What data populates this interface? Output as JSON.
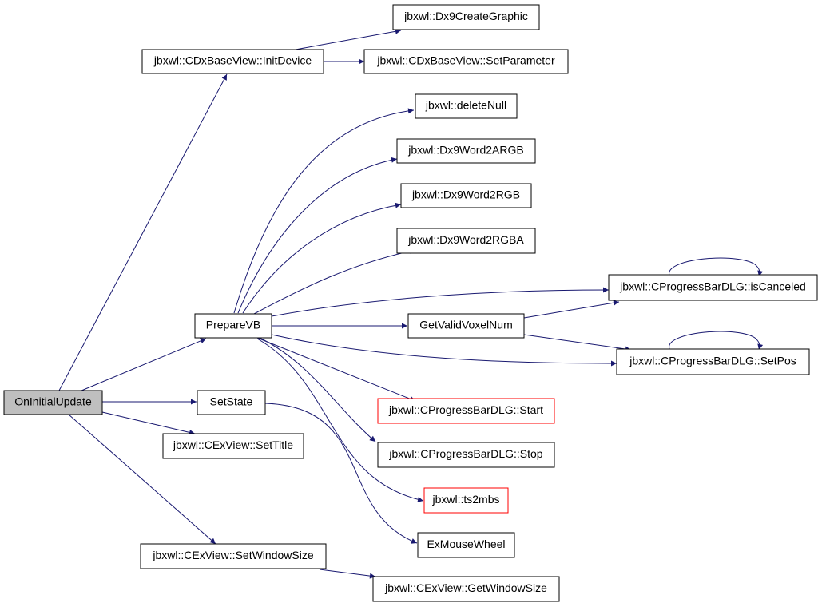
{
  "colors": {
    "edge": "#191970",
    "box_border": "#000000",
    "box_border_incomplete": "#ff0000",
    "root_fill": "#bfbfbf",
    "box_fill": "#ffffff"
  },
  "nodes": {
    "on_initial_update": "OnInitialUpdate",
    "init_device": "jbxwl::CDxBaseView::InitDevice",
    "dx9_create_graphic": "jbxwl::Dx9CreateGraphic",
    "set_parameter": "jbxwl::CDxBaseView::SetParameter",
    "delete_null": "jbxwl::deleteNull",
    "dx9_word2argb": "jbxwl::Dx9Word2ARGB",
    "dx9_word2rgb": "jbxwl::Dx9Word2RGB",
    "dx9_word2rgba": "jbxwl::Dx9Word2RGBA",
    "is_canceled": "jbxwl::CProgressBarDLG::isCanceled",
    "prepare_vb": "PrepareVB",
    "get_valid_voxel_num": "GetValidVoxelNum",
    "set_pos": "jbxwl::CProgressBarDLG::SetPos",
    "set_state": "SetState",
    "progress_start": "jbxwl::CProgressBarDLG::Start",
    "set_title": "jbxwl::CExView::SetTitle",
    "progress_stop": "jbxwl::CProgressBarDLG::Stop",
    "ts2mbs": "jbxwl::ts2mbs",
    "ex_mouse_wheel": "ExMouseWheel",
    "set_window_size": "jbxwl::CExView::SetWindowSize",
    "get_window_size": "jbxwl::CExView::GetWindowSize"
  }
}
